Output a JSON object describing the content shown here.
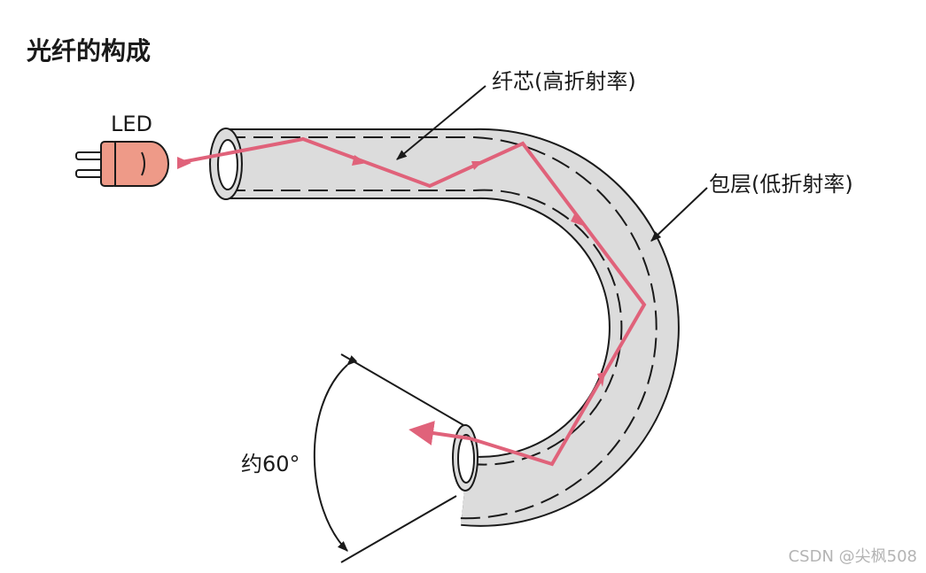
{
  "title": "光纤的构成",
  "labels": {
    "led": "LED",
    "core": "纤芯(高折射率)",
    "cladding": "包层(低折射率)",
    "angle": "约60°"
  },
  "watermark": "CSDN @尖枫508",
  "colors": {
    "fiber_fill": "#dcdcdc",
    "fiber_outline": "#1a1a1a",
    "light_ray": "#e0627a",
    "led_body": "#ee9a88",
    "text": "#1a1a1a",
    "watermark": "#b4b4b4"
  }
}
